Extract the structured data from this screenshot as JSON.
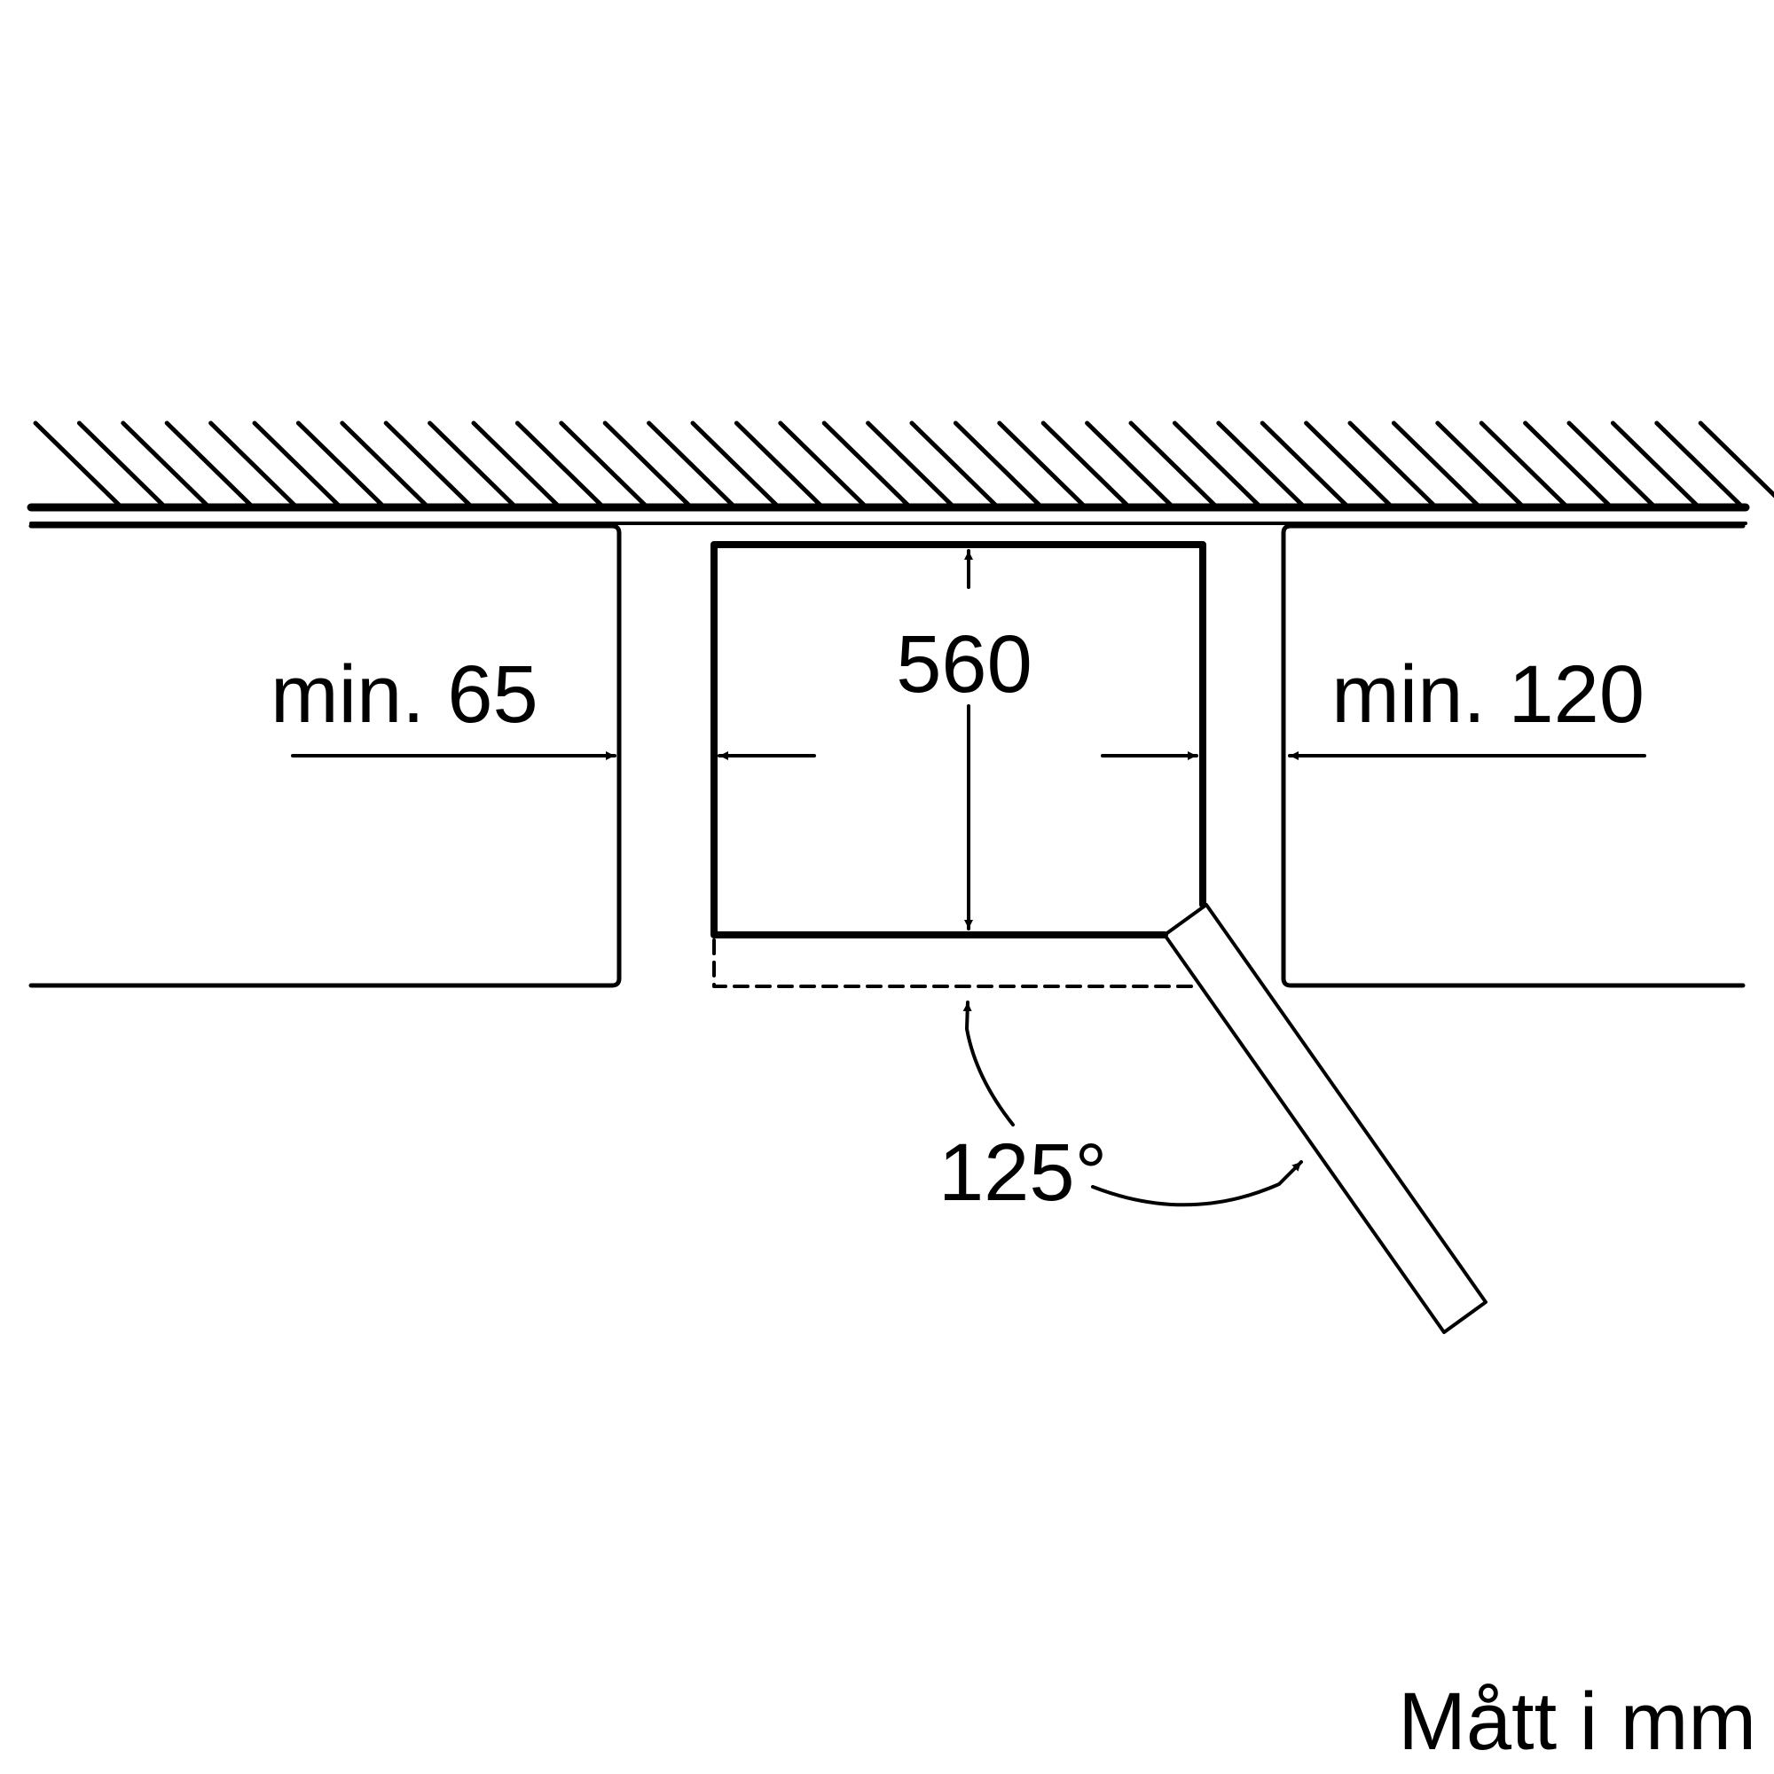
{
  "labels": {
    "left_clearance": "min. 65",
    "right_clearance": "min. 120",
    "width": "560",
    "angle": "125°",
    "units_note": "Mått i mm"
  },
  "colors": {
    "line": "#000000",
    "background": "#ffffff"
  }
}
